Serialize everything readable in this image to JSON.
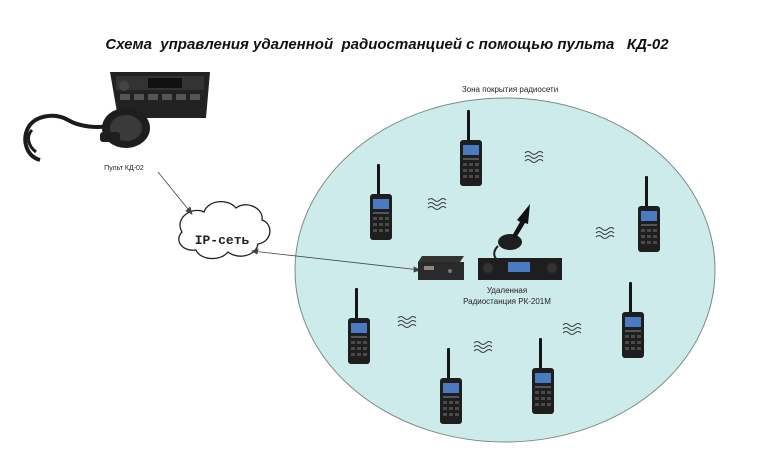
{
  "title": "Схема  управления удаленной  радиостанцией с помощью пульта   КД-02",
  "labels": {
    "console": "Пульт КД-02",
    "cloud": "IP-сеть",
    "coverage": "Зона покрытия радиосети",
    "station_line1": "Удаленная",
    "station_line2": "Радиостанция РК-201М"
  },
  "colors": {
    "coverage_fill": "#cdebea",
    "coverage_stroke": "#7a8a8a",
    "device_dark": "#1b1b1b",
    "screen_blue": "#3f6fb0"
  },
  "icons": [
    "radio-console-icon",
    "ip-cloud-icon",
    "base-station-icon",
    "handheld-radio-icon",
    "signal-wave-icon",
    "transmit-arrow-icon"
  ]
}
